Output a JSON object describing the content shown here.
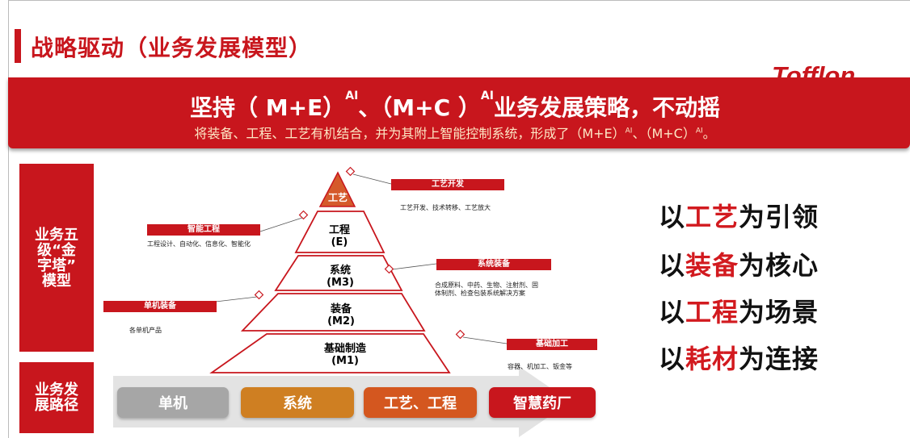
{
  "header": {
    "title": "战略驱动（业务发展模型）",
    "logo_text": "Tofflon"
  },
  "banner": {
    "line1_a": "坚持（ M+E）",
    "line1_sup1": "AI",
    "line1_b": "、（M+C ）",
    "line1_sup2": "AI",
    "line1_c": "业务发展策略，不动摇",
    "line2_a": "将装备、工程、工艺有机结合，并为其附上智能控制系统，形成了（M+E）",
    "line2_sup1": "AI",
    "line2_b": "、（M+C）",
    "line2_sup2": "AI",
    "line2_c": "。"
  },
  "side": {
    "pyramid_label": "业务五\n级“金\n字塔”\n模型",
    "path_label": "业务发\n展路径"
  },
  "pyramid": {
    "tiers": [
      {
        "text": "工艺"
      },
      {
        "text": "工程\n(E)"
      },
      {
        "text": "系统\n(M3)"
      },
      {
        "text": "装备\n(M2)"
      },
      {
        "text": "基础制造\n(M1)"
      }
    ],
    "callouts": {
      "gongyi": {
        "label": "工艺开发",
        "desc": "工艺开发、技术转移、工艺放大"
      },
      "zhineng": {
        "label": "智能工程",
        "desc": "工程设计、自动化、信息化、智能化"
      },
      "xitong": {
        "label": "系统装备",
        "desc1": "合成原料、中药、生物、注射剂、固",
        "desc2": "体制剂、检查包装系统解决方案"
      },
      "danji": {
        "label": "单机装备",
        "desc": "各单机产品"
      },
      "jichu": {
        "label": "基础加工",
        "desc": "容器、机加工、钣金等"
      }
    }
  },
  "slogans": [
    {
      "a": "以",
      "hl": "工艺",
      "b": "为引领"
    },
    {
      "a": "以",
      "hl": "装备",
      "b": "为核心"
    },
    {
      "a": "以",
      "hl": "工程",
      "b": "为场景"
    },
    {
      "a": "以",
      "hl": "耗材",
      "b": "为连接"
    }
  ],
  "path": {
    "steps": [
      {
        "label": "单机",
        "color": "#a6a6a6"
      },
      {
        "label": "系统",
        "color": "#cf7f22"
      },
      {
        "label": "工艺、工程",
        "color": "#d4571f"
      },
      {
        "label": "智慧药厂",
        "color": "#c8161d"
      }
    ]
  },
  "colors": {
    "brand_red": "#c8161d",
    "pyramid_top_fill": "#d55a2b",
    "tier_border": "#c8161d"
  }
}
